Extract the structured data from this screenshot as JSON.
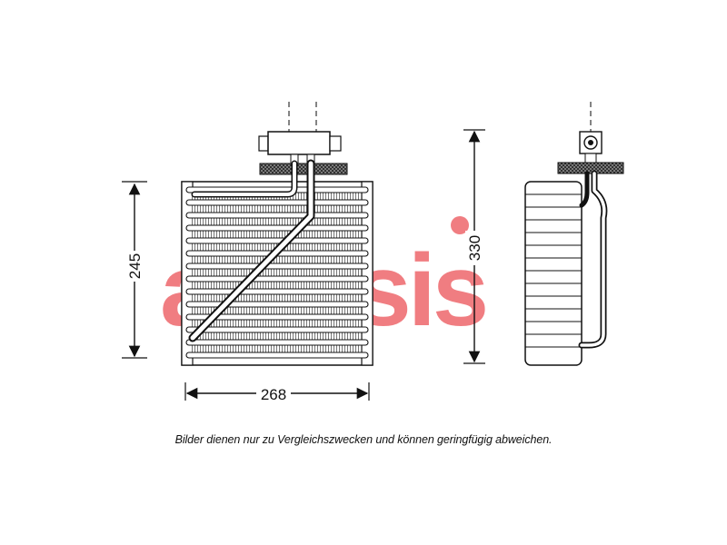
{
  "dimensions": {
    "height_front": "245",
    "width_front": "268",
    "height_side": "330"
  },
  "watermark": {
    "text": "akrasis",
    "colors": {
      "red": "#e8343a",
      "blue": "#2f5fb3"
    }
  },
  "disclaimer": "Bilder dienen nur zu Vergleichszwecken und können geringfügig abweichen."
}
